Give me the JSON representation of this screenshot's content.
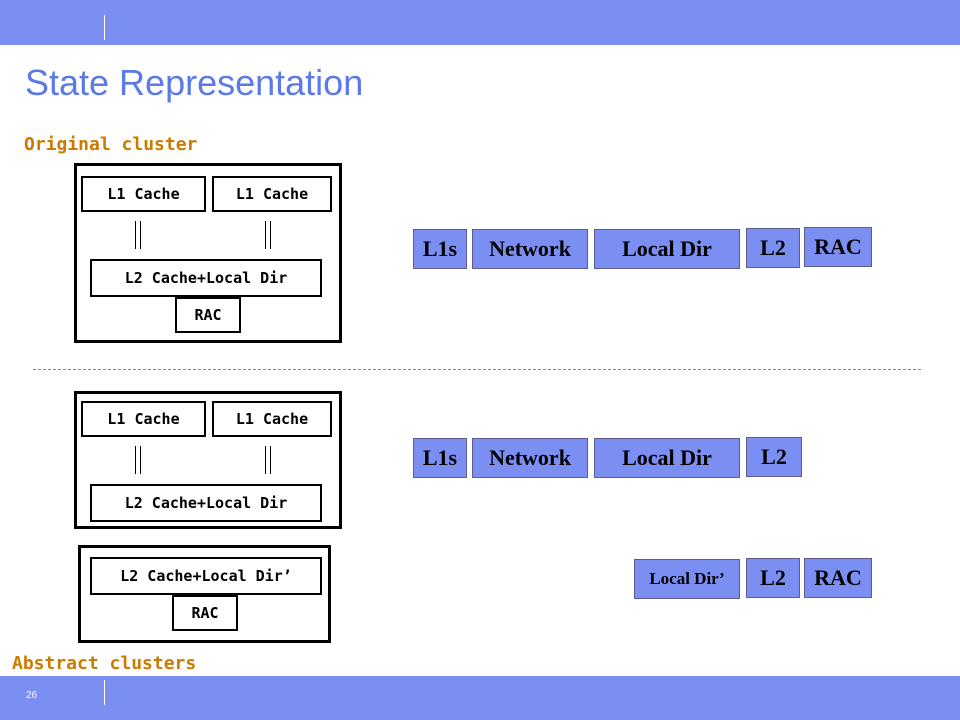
{
  "slide": {
    "title": "State Representation",
    "page_number": "26"
  },
  "captions": {
    "original": "Original cluster",
    "abstract": "Abstract clusters"
  },
  "clusters": {
    "original": {
      "l1_left": "L1 Cache",
      "l1_right": "L1 Cache",
      "l2": "L2 Cache+Local Dir",
      "rac": "RAC"
    },
    "abstract_top": {
      "l1_left": "L1 Cache",
      "l1_right": "L1 Cache",
      "l2": "L2 Cache+Local Dir"
    },
    "abstract_bottom": {
      "l2": "L2 Cache+Local Dir’",
      "rac": "RAC"
    }
  },
  "state_rows": {
    "row1": [
      "L1s",
      "Network",
      "Local Dir",
      "L2",
      "RAC"
    ],
    "row2": [
      "L1s",
      "Network",
      "Local Dir",
      "L2"
    ],
    "row3": [
      "Local Dir’",
      "L2",
      "RAC"
    ]
  },
  "colors": {
    "accent_bar": "#7b8ef2",
    "title": "#5b79e8",
    "caption": "#cc7a00",
    "cell_fill": "#7b8ef2"
  }
}
